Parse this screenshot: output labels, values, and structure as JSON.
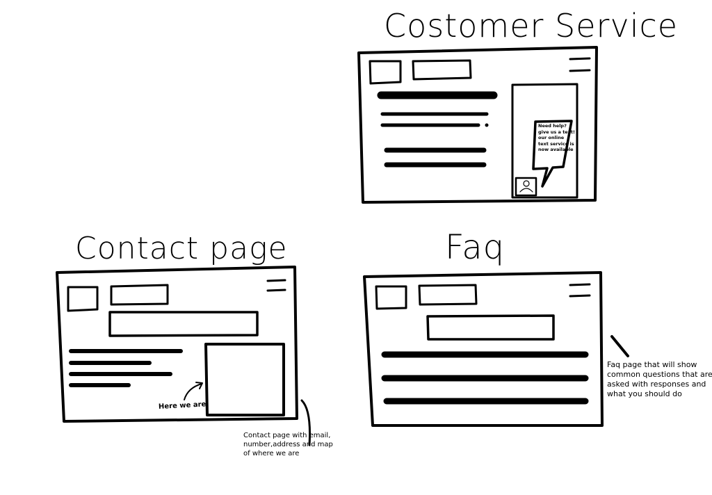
{
  "sketches": {
    "customer_service": {
      "title": "Costomer Service",
      "chat_bubble": [
        "Need help?",
        "give us a text!",
        "our online",
        "text service is",
        "now available"
      ]
    },
    "contact_page": {
      "title": "Contact page",
      "map_label": "Here we are!",
      "note": [
        "Contact page with email,",
        "number,address and map",
        "of where we are"
      ]
    },
    "faq": {
      "title": "Faq",
      "note": [
        "Faq page that will show",
        "common questions that are",
        "asked with responses and",
        "what you should do"
      ]
    }
  }
}
